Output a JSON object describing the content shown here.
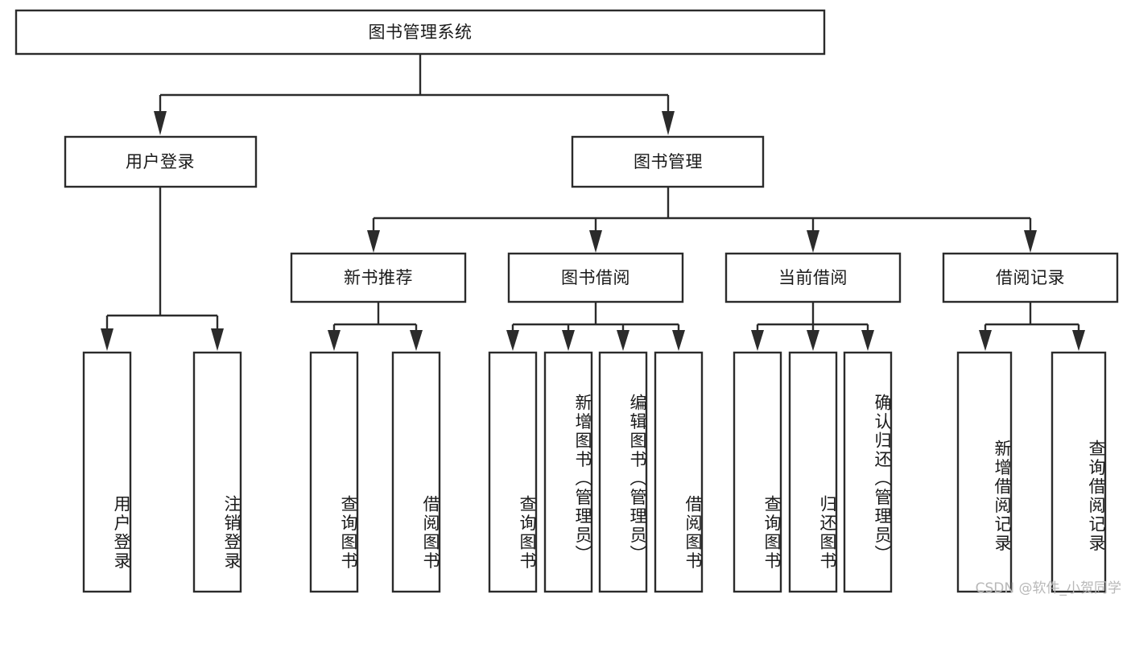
{
  "diagram": {
    "type": "tree-hierarchy",
    "title": "图书管理系统",
    "orientation": "top-down",
    "colors": {
      "box_stroke": "#2b2b2b",
      "box_fill": "#ffffff",
      "text": "#1a1a1a",
      "background": "#ffffff",
      "watermark": "#b8b8b8"
    },
    "levels": {
      "root": {
        "label": "图书管理系统"
      },
      "level2": [
        {
          "label": "用户登录"
        },
        {
          "label": "图书管理"
        }
      ],
      "level3": [
        {
          "label": "新书推荐"
        },
        {
          "label": "图书借阅"
        },
        {
          "label": "当前借阅"
        },
        {
          "label": "借阅记录"
        }
      ],
      "leaves": [
        {
          "label": "用户登录",
          "parent": "用户登录"
        },
        {
          "label": "注销登录",
          "parent": "用户登录"
        },
        {
          "label": "查询图书",
          "parent": "新书推荐"
        },
        {
          "label": "借阅图书",
          "parent": "新书推荐"
        },
        {
          "label": "查询图书",
          "parent": "图书借阅"
        },
        {
          "label": "新增图书（管理员）",
          "parent": "图书借阅"
        },
        {
          "label": "编辑图书（管理员）",
          "parent": "图书借阅"
        },
        {
          "label": "借阅图书",
          "parent": "图书借阅"
        },
        {
          "label": "查询图书",
          "parent": "当前借阅"
        },
        {
          "label": "归还图书",
          "parent": "当前借阅"
        },
        {
          "label": "确认归还（管理员）",
          "parent": "当前借阅"
        },
        {
          "label": "新增借阅记录",
          "parent": "借阅记录"
        },
        {
          "label": "查询借阅记录",
          "parent": "借阅记录"
        }
      ]
    }
  },
  "watermark": {
    "text": "CSDN @软件_小贺同学"
  }
}
